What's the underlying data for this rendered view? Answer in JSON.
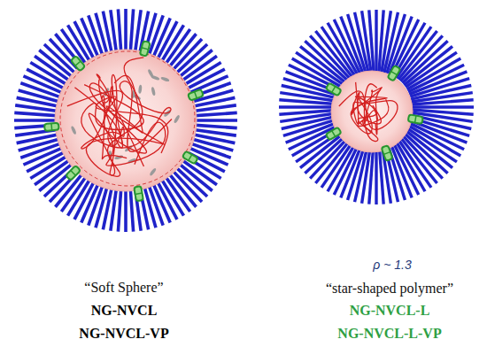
{
  "diagram": {
    "labels": [
      "“Soft Sphere”",
      "NG-NVCL",
      "NG-NVCL-VP",
      "ρ ~ 1.3",
      "“star-shaped polymer”",
      "NG-NVCL-L",
      "NG-NVCL-L-VP"
    ]
  }
}
